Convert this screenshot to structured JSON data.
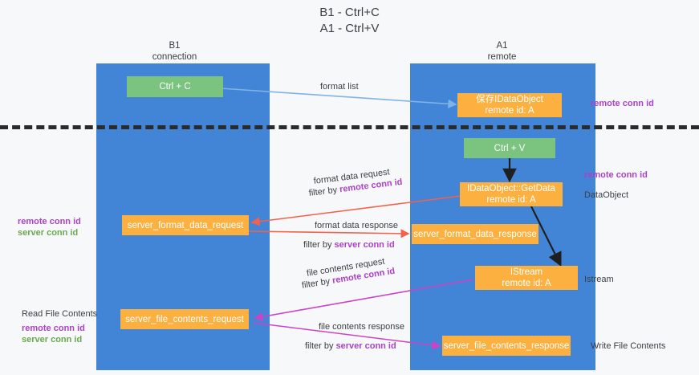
{
  "title": {
    "line1": "B1 - Ctrl+C",
    "line2": "A1 - Ctrl+V"
  },
  "columns": [
    {
      "name": "b1",
      "label_top": "B1",
      "label_sub": "connection"
    },
    {
      "name": "a1",
      "label_top": "A1",
      "label_sub": "remote"
    }
  ],
  "nodes": {
    "ctrl_c": {
      "line1": "Ctrl + C",
      "line2": ""
    },
    "save_dataobject": {
      "line1": "保存IDataObject",
      "line2": "remote id: A"
    },
    "ctrl_v": {
      "line1": "Ctrl + V",
      "line2": ""
    },
    "getdata": {
      "line1": "IDataObject::GetData",
      "line2": "remote id: A"
    },
    "server_format_data_request": {
      "line1": "server_format_data_request",
      "line2": ""
    },
    "server_format_data_response": {
      "line1": "server_format_data_response",
      "line2": ""
    },
    "istream": {
      "line1": "IStream",
      "line2": "remote id: A"
    },
    "server_file_contents_request": {
      "line1": "server_file_contents_request",
      "line2": ""
    },
    "server_file_contents_response": {
      "line1": "server_file_contents_response",
      "line2": ""
    }
  },
  "edge_labels": {
    "format_list": "format list",
    "format_data_request": "format data request",
    "format_data_request_filter_prefix": "filter by ",
    "format_data_request_filter_key": "remote conn id",
    "format_data_response": "format data response",
    "format_data_response_filter_prefix": "filter by ",
    "format_data_response_filter_key": "server conn id",
    "file_contents_request": "file contents request",
    "file_contents_request_filter_prefix": "filter by ",
    "file_contents_request_filter_key": "remote conn id",
    "file_contents_response": "file contents response",
    "file_contents_response_filter_prefix": "filter by ",
    "file_contents_response_filter_key": "server conn id"
  },
  "side_labels": {
    "right_remote_conn_id_top": "remote conn id",
    "right_remote_conn_id_mid": "remote conn id",
    "right_dataobject": "DataObject",
    "right_istream": "Istream",
    "right_write_file_contents": "Write File Contents",
    "left_remote_conn_id_mid": "remote conn id",
    "left_server_conn_id_mid": "server conn id",
    "left_read_file_contents": "Read File Contents",
    "left_remote_conn_id_bottom": "remote conn id",
    "left_server_conn_id_bottom": "server conn id"
  },
  "colors": {
    "lane": "#4285d6",
    "node_green": "#7ac47f",
    "node_orange": "#fbb040",
    "purple": "#aa43c6",
    "green_text": "#6aa84f",
    "arrow_blue": "#7fb3e8",
    "arrow_red": "#f4604a",
    "arrow_magenta": "#cc44c6",
    "arrow_black": "#1f1f1f",
    "divider": "#2b2b2b",
    "background": "#f7f8fa"
  }
}
